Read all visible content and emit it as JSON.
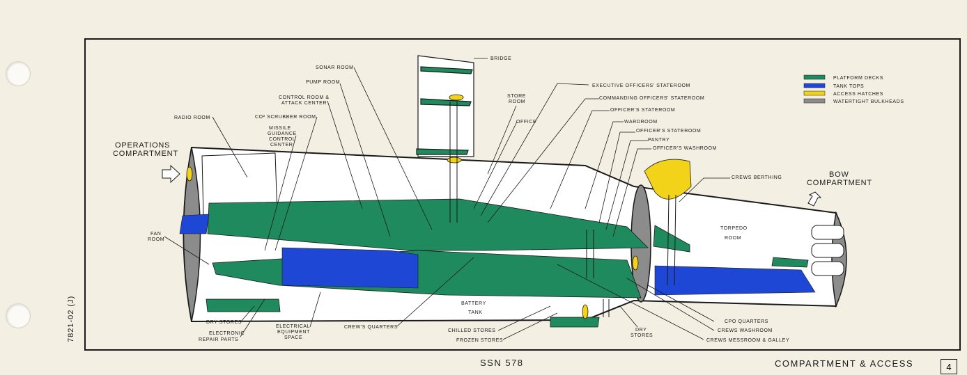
{
  "legend": [
    {
      "label": "PLATFORM DECKS",
      "color": "#1f8a5e"
    },
    {
      "label": "TANK TOPS",
      "color": "#1e47d6"
    },
    {
      "label": "ACCESS HATCHES",
      "color": "#f2d31a"
    },
    {
      "label": "WATERTIGHT BULKHEADS",
      "color": "#8c8c8c"
    }
  ],
  "compartments": {
    "operations": [
      "OPERATIONS",
      "COMPARTMENT"
    ],
    "bow": [
      "BOW",
      "COMPARTMENT"
    ]
  },
  "labels": {
    "radio_room": "RADIO ROOM",
    "co2_scrubber": "CO² SCRUBBER ROOM",
    "missile_guidance": [
      "MISSILE",
      "GUIDANCE",
      "CONTROL",
      "CENTER"
    ],
    "control_room": [
      "CONTROL ROOM &",
      "ATTACK CENTER"
    ],
    "pump_room": "PUMP ROOM",
    "sonar_room": "SONAR ROOM",
    "bridge": "BRIDGE",
    "store_room": [
      "STORE",
      "ROOM"
    ],
    "office": "OFFICE",
    "exec_officers": "EXECUTIVE OFFICERS' STATEROOM",
    "commanding_officers": "COMMANDING OFFICERS' STATEROOM",
    "officers_stateroom_1": "OFFICER'S STATEROOM",
    "wardroom": "WARDROOM",
    "officers_stateroom_2": "OFFICER'S STATEROOM",
    "pantry": "PANTRY",
    "officers_washroom": "OFFICER'S WASHROOM",
    "crews_berthing": "CREWS BERTHING",
    "torpedo_room": [
      "TORPEDO",
      "ROOM"
    ],
    "fan_room": [
      "FAN",
      "ROOM"
    ],
    "dry_stores_left": "DRY STORES",
    "electronic_repair": [
      "ELECTRONIC",
      "REPAIR PARTS"
    ],
    "electrical_equipment": [
      "ELECTRICAL",
      "EQUIPMENT",
      "SPACE"
    ],
    "crews_quarters": "CREW'S QUARTERS",
    "battery_tank": [
      "BATTERY",
      "TANK"
    ],
    "chilled_stores": "CHILLED STORES",
    "frozen_stores": "FROZEN STORES",
    "dry_stores_right": [
      "DRY",
      "STORES"
    ],
    "cpo_quarters": "CPO QUARTERS",
    "crews_washroom": "CREWS WASHROOM",
    "crews_messroom": "CREWS MESSROOM & GALLEY"
  },
  "footer": {
    "hull_number": "SSN 578",
    "section_title": "COMPARTMENT & ACCESS",
    "page_number": "4",
    "side_code": "7821-02 (J)"
  }
}
